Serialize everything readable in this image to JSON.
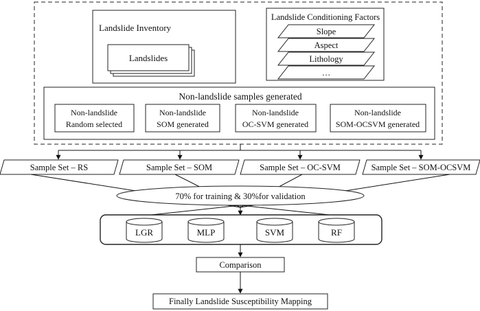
{
  "inventory": {
    "title": "Landslide Inventory",
    "stack_label": "Landslides"
  },
  "factors": {
    "title": "Landslide Conditioning Factors",
    "layers": [
      "Slope",
      "Aspect",
      "Lithology",
      "…"
    ]
  },
  "nonlandslide": {
    "title": "Non-landslide samples generated",
    "methods": [
      {
        "line1": "Non-landslide",
        "line2": "Random selected"
      },
      {
        "line1": "Non-landslide",
        "line2": "SOM generated"
      },
      {
        "line1": "Non-landslide",
        "line2": "OC-SVM generated"
      },
      {
        "line1": "Non-landslide",
        "line2": "SOM-OCSVM generated"
      }
    ]
  },
  "sample_sets": [
    "Sample Set – RS",
    "Sample Set – SOM",
    "Sample Set – OC-SVM",
    "Sample Set – SOM-OCSVM"
  ],
  "split_label": "70% for training & 30%for validation",
  "models": [
    "LGR",
    "MLP",
    "SVM",
    "RF"
  ],
  "comparison_label": "Comparison",
  "final_label": "Finally Landslide Susceptibility Mapping"
}
